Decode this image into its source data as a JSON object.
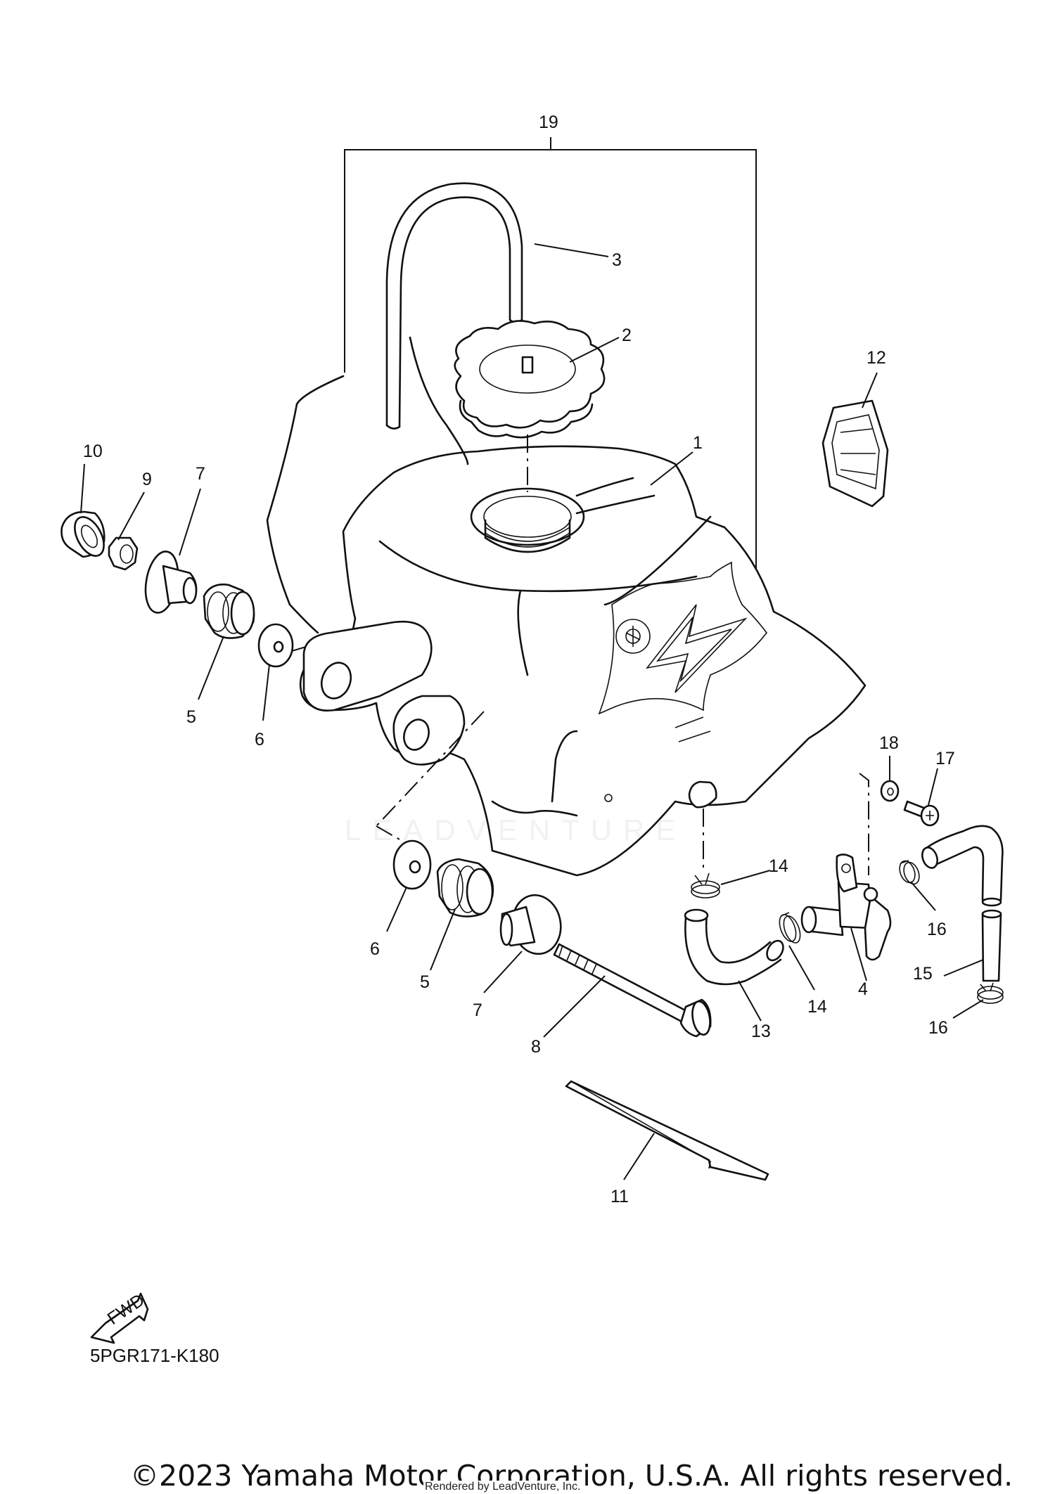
{
  "callouts": {
    "c1": "1",
    "c2": "2",
    "c3": "3",
    "c4": "4",
    "c5a": "5",
    "c5b": "5",
    "c6a": "6",
    "c6b": "6",
    "c7a": "7",
    "c7b": "7",
    "c8": "8",
    "c9": "9",
    "c10": "10",
    "c11": "11",
    "c12": "12",
    "c13": "13",
    "c14a": "14",
    "c14b": "14",
    "c15": "15",
    "c16a": "16",
    "c16b": "16",
    "c17": "17",
    "c18": "18",
    "c19": "19"
  },
  "fwd_label": "FWD",
  "diagram_code": "5PGR171-K180",
  "watermark": "LEADVENTURE",
  "copyright": "©2023 Yamaha Motor Corporation, U.S.A. All rights reserved.",
  "rendered_by": "Rendered by LeadVenture, Inc."
}
